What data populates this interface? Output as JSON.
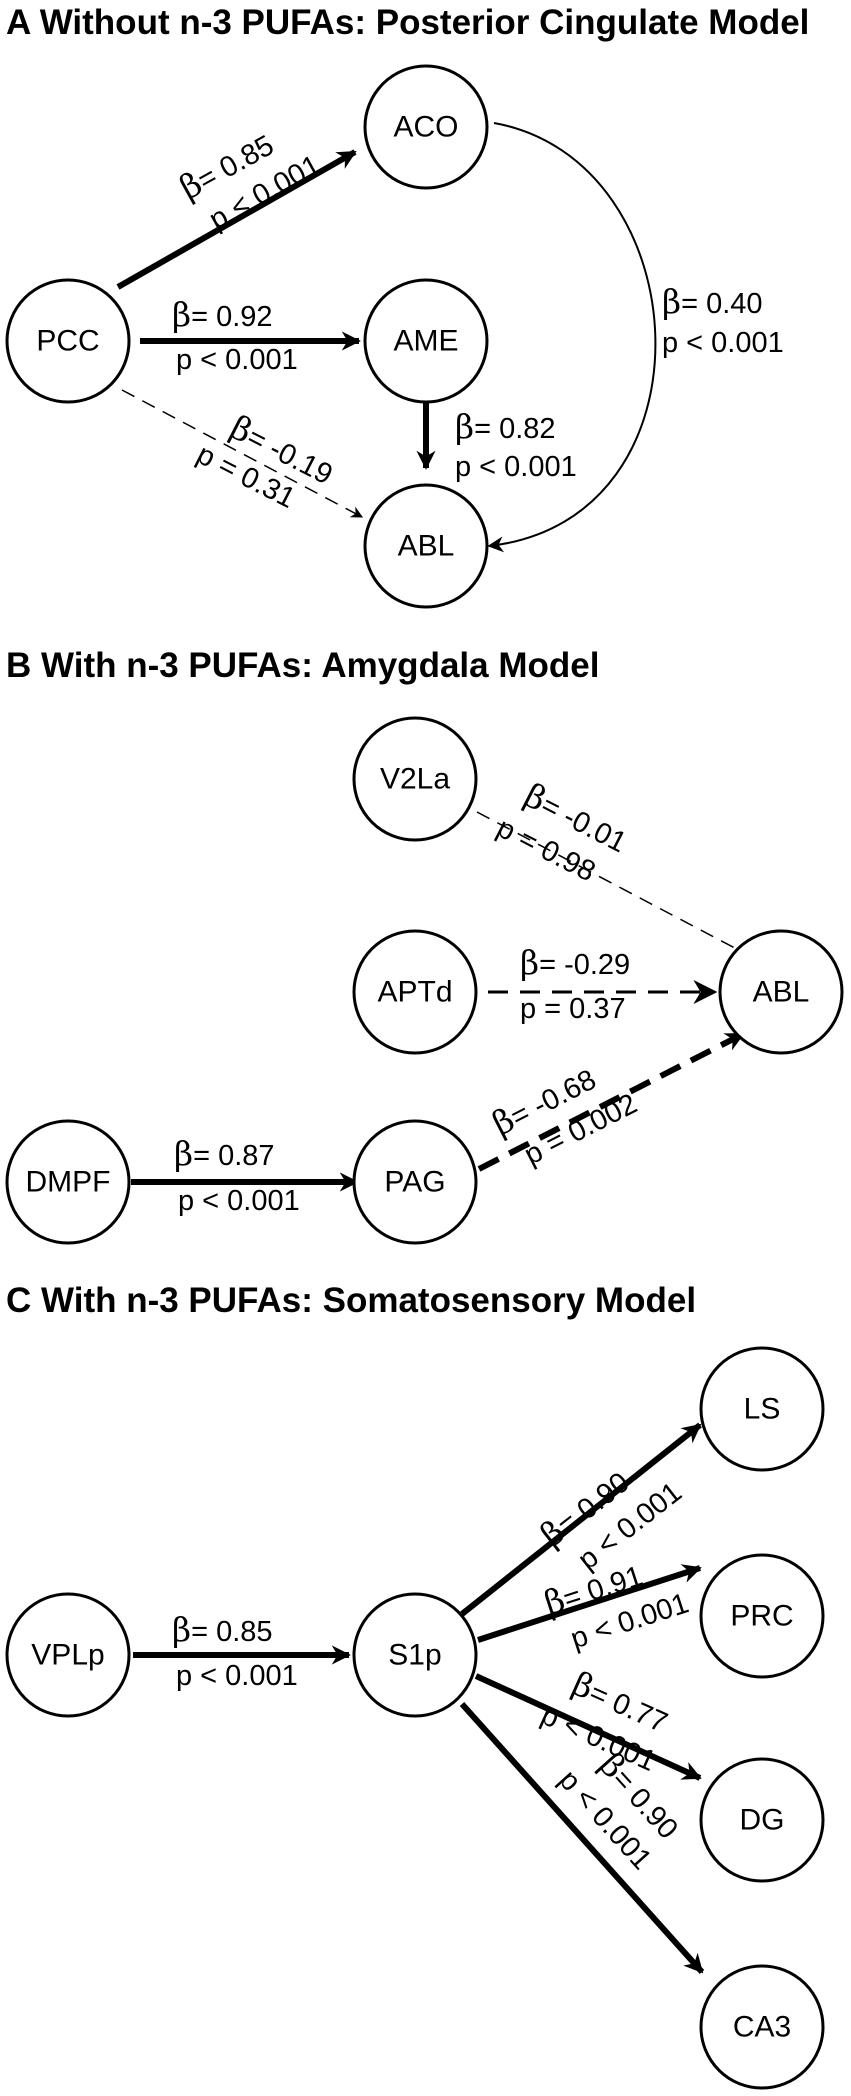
{
  "panels": {
    "A": {
      "title": "A Without n-3 PUFAs: Posterior Cingulate Model"
    },
    "B": {
      "title": "B With n-3 PUFAs: Amygdala Model"
    },
    "C": {
      "title": "C With n-3 PUFAs: Somatosensory Model"
    }
  },
  "nodes": {
    "a_pcc": "PCC",
    "a_aco": "ACO",
    "a_ame": "AME",
    "a_abl": "ABL",
    "b_v2la": "V2La",
    "b_aptd": "APTd",
    "b_abl": "ABL",
    "b_dmpf": "DMPF",
    "b_pag": "PAG",
    "c_vplp": "VPLp",
    "c_s1p": "S1p",
    "c_ls": "LS",
    "c_prc": "PRC",
    "c_dg": "DG",
    "c_ca3": "CA3"
  },
  "edges": {
    "a_pcc_aco": {
      "beta": "β",
      "beta_val": "= 0.85",
      "p": "p < 0.001",
      "style": "solid-thick"
    },
    "a_pcc_ame": {
      "beta": "β",
      "beta_val": "= 0.92",
      "p": "p < 0.001",
      "style": "solid-thick"
    },
    "a_pcc_abl": {
      "beta": "β",
      "beta_val": "= -0.19",
      "p": "p = 0.31",
      "style": "dashed-thin"
    },
    "a_ame_abl": {
      "beta": "β",
      "beta_val": "= 0.82",
      "p": "p < 0.001",
      "style": "solid-thick"
    },
    "a_aco_abl": {
      "beta": "β",
      "beta_val": "= 0.40",
      "p": "p < 0.001",
      "style": "solid-thin-curved"
    },
    "b_v2la_abl": {
      "beta": "β",
      "beta_val": "= -0.01",
      "p": "p = 0.98",
      "style": "dashed-thin"
    },
    "b_aptd_abl": {
      "beta": "β",
      "beta_val": "= -0.29",
      "p": "p = 0.37",
      "style": "dashed-medium"
    },
    "b_dmpf_pag": {
      "beta": "β",
      "beta_val": "= 0.87",
      "p": "p < 0.001",
      "style": "solid-thick"
    },
    "b_pag_abl": {
      "beta": "β",
      "beta_val": "= -0.68",
      "p": "p = 0.002",
      "style": "dashed-thick"
    },
    "c_vplp_s1p": {
      "beta": "β",
      "beta_val": "= 0.85",
      "p": "p < 0.001",
      "style": "solid-thick"
    },
    "c_s1p_ls": {
      "beta": "β",
      "beta_val": "= 0.90",
      "p": "p < 0.001",
      "style": "solid-thick"
    },
    "c_s1p_prc": {
      "beta": "β",
      "beta_val": "= 0.91",
      "p": "p < 0.001",
      "style": "solid-thick"
    },
    "c_s1p_dg": {
      "beta": "β",
      "beta_val": "= 0.77",
      "p": "p < 0.001",
      "style": "solid-thick"
    },
    "c_s1p_ca3": {
      "beta": "β",
      "beta_val": "= 0.90",
      "p": "p < 0.001",
      "style": "solid-thick"
    }
  }
}
